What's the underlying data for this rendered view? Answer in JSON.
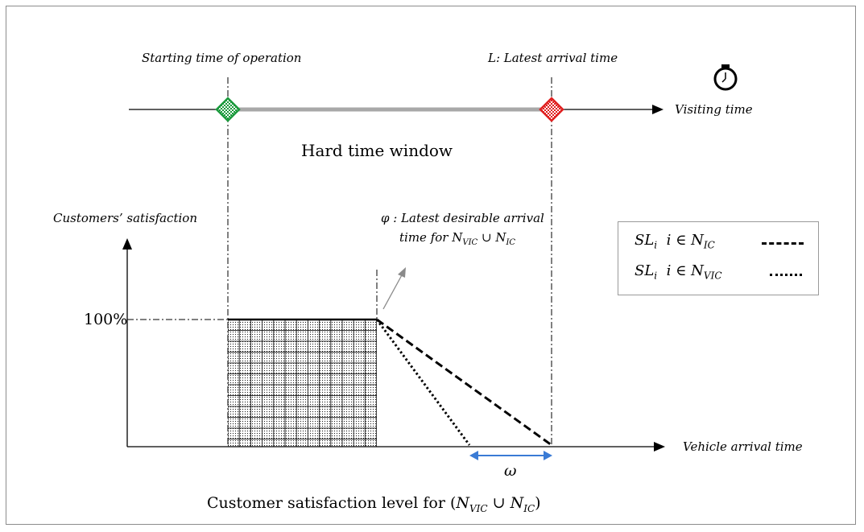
{
  "labels": {
    "start_time": "Starting time of operation",
    "latest_arrival": "L: Latest arrival time",
    "visiting_time": "Visiting time",
    "hard_window": "Hard time window",
    "customers_satisfaction": "Customers’ satisfaction",
    "phi_line1": "φ : Latest desirable arrival",
    "phi_line2_prefix": "time for ",
    "hundred_percent": "100%",
    "vehicle_arrival": "Vehicle arrival time",
    "omega": "ω",
    "caption_prefix": "Customer satisfaction level for (",
    "caption_suffix": ")"
  },
  "math": {
    "N": "N",
    "VIC": "VIC",
    "IC": "IC",
    "union": "∪",
    "SL": "SL",
    "i_sub": "i",
    "i_in": "i",
    "elem": "∈"
  },
  "legend": {
    "rows": [
      {
        "set": "IC",
        "style": "dashed"
      },
      {
        "set": "VIC",
        "style": "dotted"
      }
    ]
  },
  "colors": {
    "start_marker": "#1a9a3c",
    "end_marker": "#e02020",
    "window_bar": "#a8a8a8",
    "omega_arrow": "#3a7bd5"
  },
  "icons": {
    "stopwatch": "stopwatch-icon"
  }
}
